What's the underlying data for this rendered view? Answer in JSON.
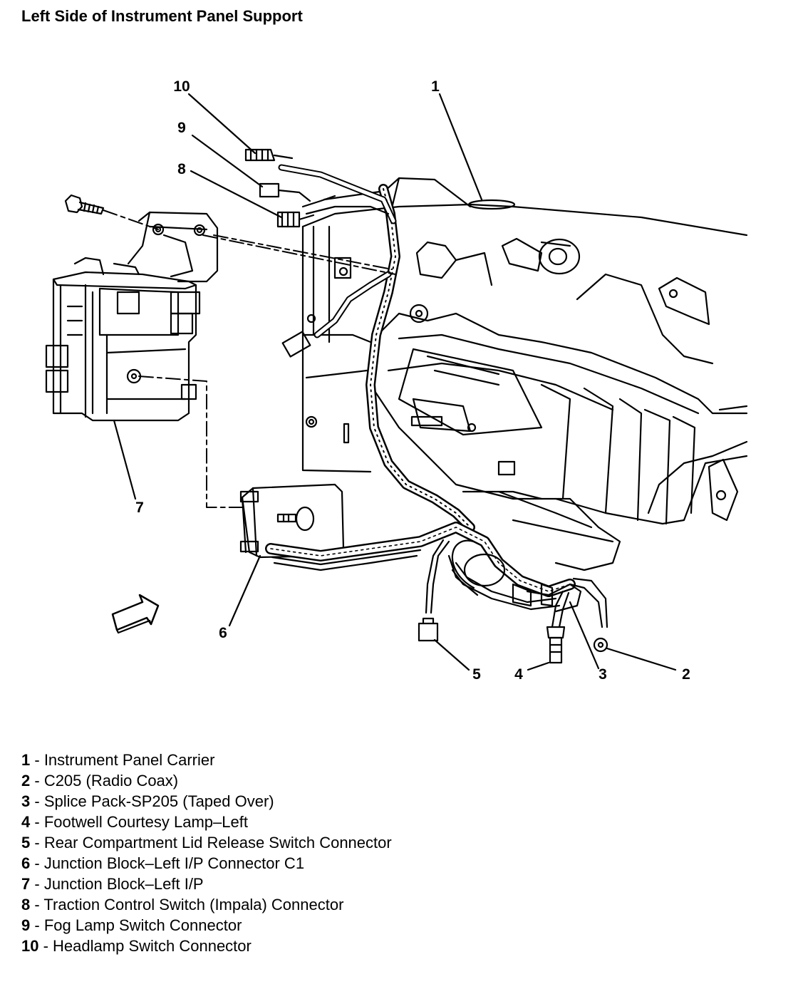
{
  "title": "Left Side of Instrument Panel Support",
  "callouts": [
    "1",
    "2",
    "3",
    "4",
    "5",
    "6",
    "7",
    "8",
    "9",
    "10"
  ],
  "legend": [
    {
      "num": "1",
      "text": "Instrument Panel Carrier"
    },
    {
      "num": "2",
      "text": "C205 (Radio Coax)"
    },
    {
      "num": "3",
      "text": "Splice Pack-SP205 (Taped Over)"
    },
    {
      "num": "4",
      "text": "Footwell Courtesy Lamp–Left"
    },
    {
      "num": "5",
      "text": "Rear Compartment Lid Release Switch Connector"
    },
    {
      "num": "6",
      "text": "Junction Block–Left I/P Connector C1"
    },
    {
      "num": "7",
      "text": "Junction Block–Left I/P"
    },
    {
      "num": "8",
      "text": "Traction Control Switch (Impala) Connector"
    },
    {
      "num": "9",
      "text": "Fog Lamp Switch Connector"
    },
    {
      "num": "10",
      "text": "Headlamp Switch Connector"
    }
  ],
  "separator": " - "
}
